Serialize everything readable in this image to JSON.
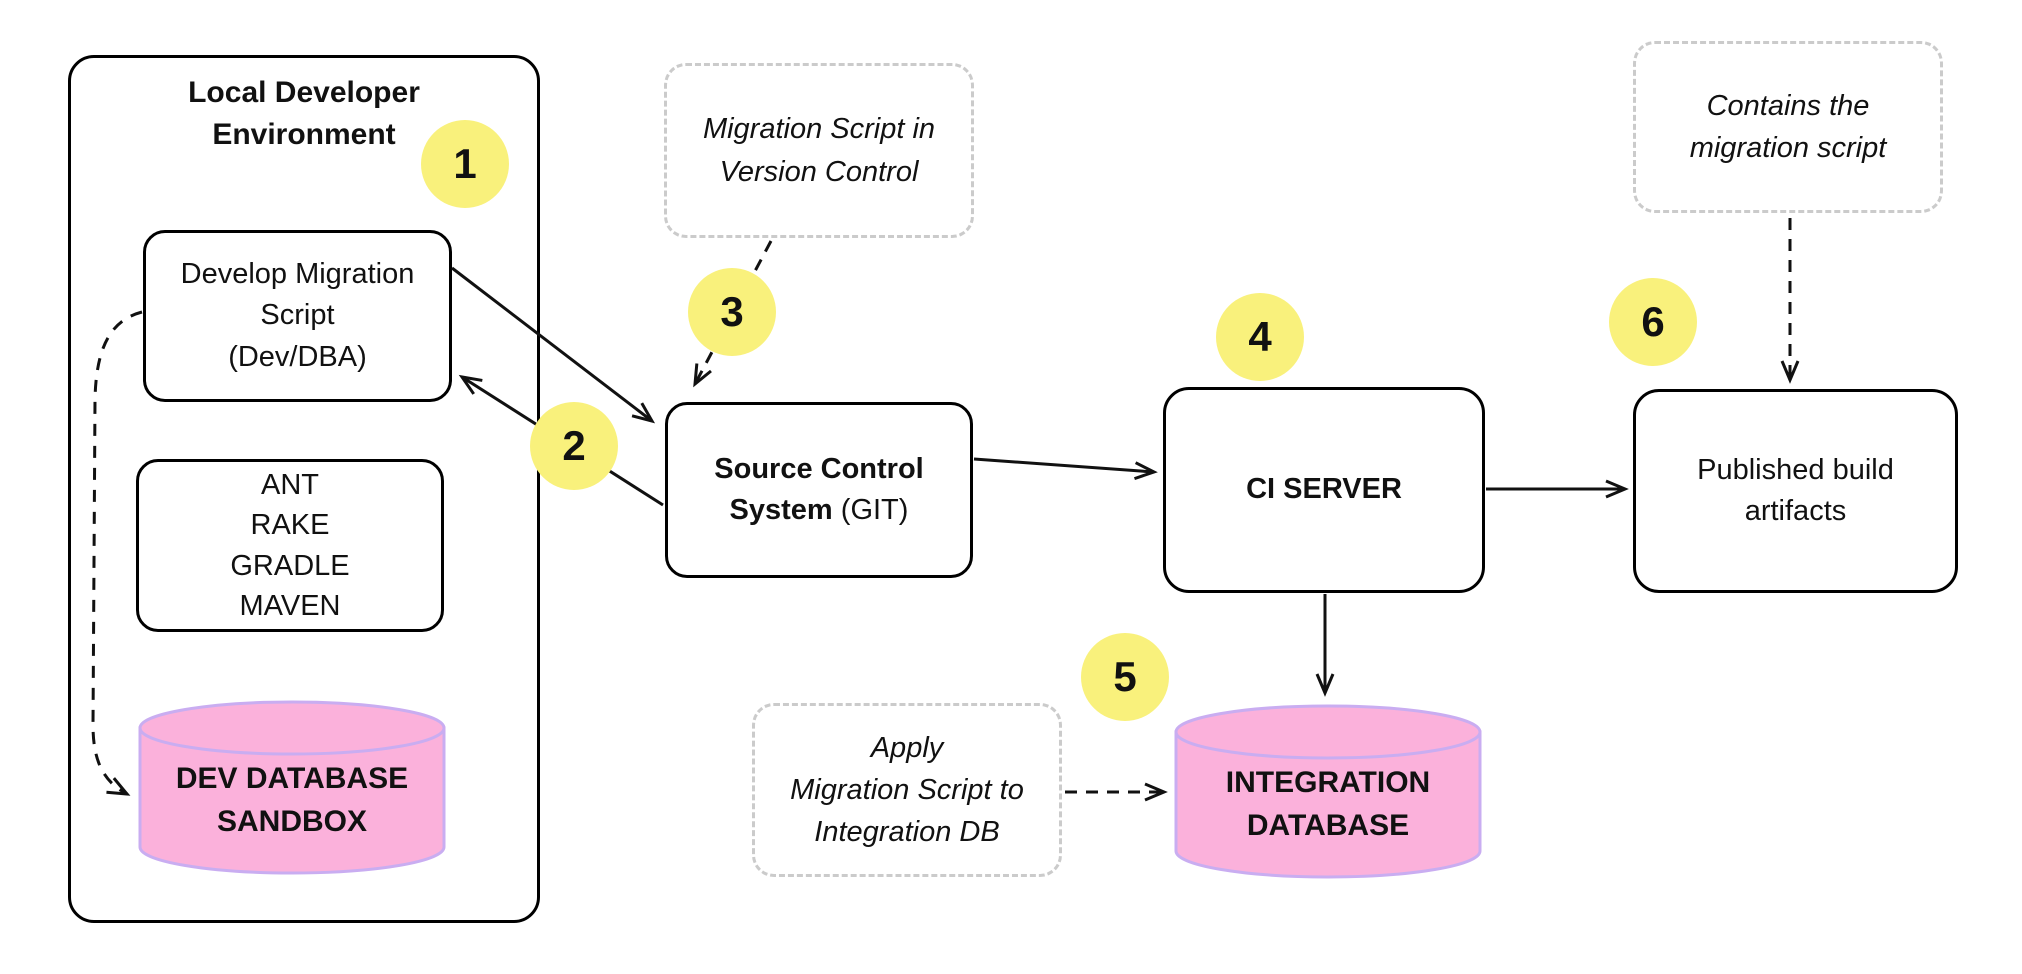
{
  "diagram": {
    "colors": {
      "bg": "#ffffff",
      "box_border": "#000000",
      "dash_border": "#cbcbcb",
      "step_circle": "#f9f17c",
      "db_fill": "#fbb1db",
      "db_stroke": "#c9adf1",
      "text": "#111111",
      "arrow": "#111111"
    },
    "nodes": {
      "local_env": {
        "title": "Local Developer\nEnvironment"
      },
      "develop_script": {
        "label": "Develop Migration\nScript\n(Dev/DBA)"
      },
      "build_tools": {
        "label": "ANT\nRAKE\nGRADLE\nMAVEN"
      },
      "dev_db": {
        "label": "DEV DATABASE\nSANDBOX"
      },
      "migration_vc_note": {
        "label": "Migration Script in\nVersion Control"
      },
      "source_control": {
        "line1": "Source Control",
        "line2_bold": "System",
        "line2_rest": "(GIT)"
      },
      "ci_server": {
        "label": "CI SERVER"
      },
      "published_artifacts": {
        "label": "Published build\nartifacts"
      },
      "contains_note": {
        "label": "Contains the\nmigration script"
      },
      "apply_note": {
        "label": "Apply\nMigration Script to\nIntegration DB"
      },
      "integration_db": {
        "label": "INTEGRATION\nDATABASE"
      }
    },
    "steps": {
      "s1": "1",
      "s2": "2",
      "s3": "3",
      "s4": "4",
      "s5": "5",
      "s6": "6"
    }
  }
}
